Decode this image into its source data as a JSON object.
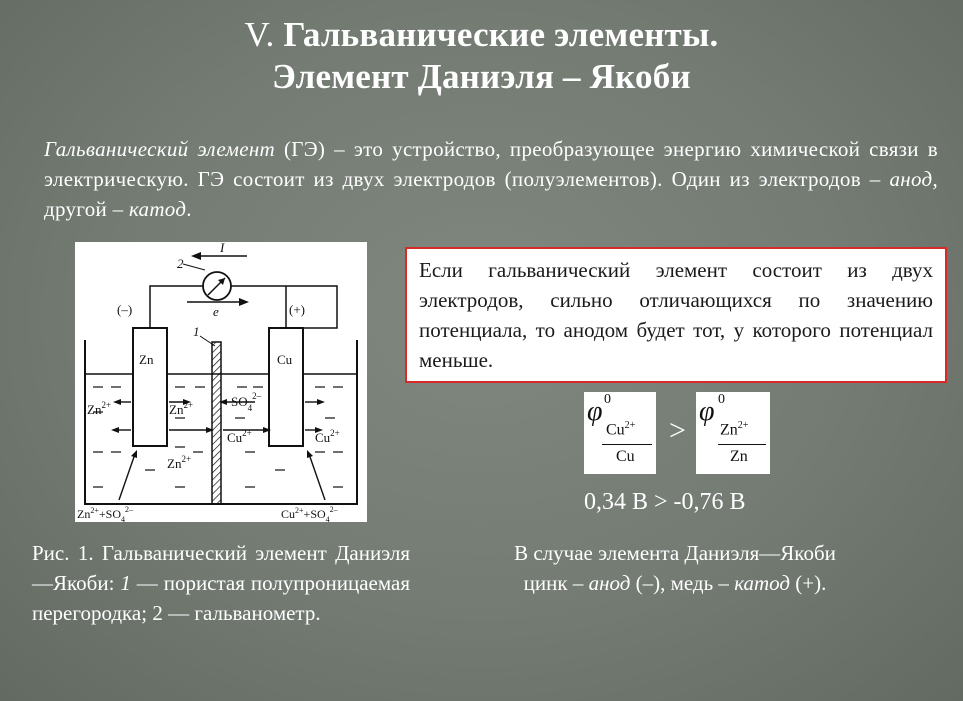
{
  "title": {
    "prefix": "V.",
    "line1": "Гальванические элементы.",
    "line2": "Элемент Даниэля – Якоби"
  },
  "intro": {
    "term": "Гальванический элемент",
    "text1": " (ГЭ) – это устройство, преобразующее энергию химической связи в электрическую. ГЭ состоит из двух электродов (полуэлементов). Один из электродов – ",
    "anode": "анод",
    "text2": ", другой – ",
    "cathode": "катод",
    "end": "."
  },
  "figure": {
    "current": "I",
    "electron": "e",
    "galvanometer_num": "2",
    "membrane_num": "1",
    "minus": "(–)",
    "plus": "(+)",
    "zn": "Zn",
    "cu": "Cu",
    "ion_zn": "Zn",
    "ion_cu": "Cu",
    "ion_so": "SO",
    "charge_2plus": "2+",
    "charge_2minus": "2–",
    "sub4": "4",
    "bottom_left": "Zn2+ + SO42–",
    "bottom_right": "Cu2+ + SO42–"
  },
  "callout": {
    "text": "Если гальванический элемент состоит из двух электродов, сильно отличающихся по значению потенциала, то анодом будет тот, у которого потенциал меньше."
  },
  "formula": {
    "phi": "φ",
    "zero": "0",
    "left_top": "Cu",
    "left_top_charge": "2+",
    "left_bottom": "Cu",
    "right_top": "Zn",
    "right_top_charge": "2+",
    "right_bottom": "Zn",
    "relation": ">"
  },
  "values": {
    "text": "0,34 В > -0,76 В"
  },
  "caption": {
    "text1": "Рис. 1. Гальванический элемент Даниэля—Якоби: ",
    "num1": "1",
    "text2": " — пористая полупроницаемая перегородка; 2 — гальванометр."
  },
  "conclusion": {
    "line1": "В случае элемента Даниэля—Якоби",
    "t1": "цинк – ",
    "anode": "анод",
    "t2": " (–), медь – ",
    "cathode": "катод",
    "t3": " (+)."
  }
}
